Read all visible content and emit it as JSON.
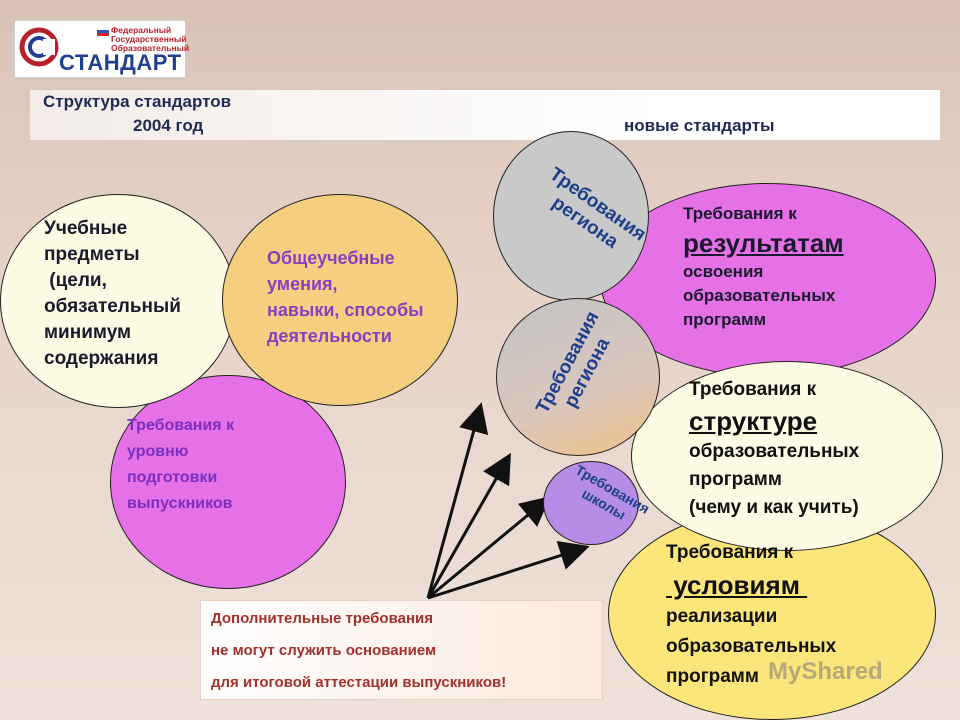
{
  "logo": {
    "line1": "Федеральный",
    "line2": "Государственный",
    "line3": "Образовательный",
    "word": "СТАНДАРТ"
  },
  "header": {
    "title": "Структура стандартов",
    "left_label": "2004 год",
    "right_label": "новые стандарты"
  },
  "left": {
    "subjects": [
      "Учебные",
      "предметы",
      " (цели,",
      "обязательный",
      "минимум",
      "содержания"
    ],
    "skills": [
      "Общеучебные",
      "умения,",
      "навыки, способы",
      "деятельности"
    ],
    "requirements": [
      "Требования к",
      "уровню",
      "подготовки",
      "выпускников"
    ]
  },
  "region1": [
    "Требования",
    "региона"
  ],
  "region2": [
    "Требования",
    "региона"
  ],
  "school": [
    "Требования",
    "школы"
  ],
  "results": {
    "pre": "Требования к",
    "key": "результатам",
    "post": [
      "освоения",
      "образовательных",
      "программ"
    ]
  },
  "structure": {
    "pre": "Требования к",
    "key": "структуре",
    "post": [
      "образовательных",
      "программ",
      "(чему и как учить)"
    ]
  },
  "conditions": {
    "pre": "Требования к",
    "key": " условиям ",
    "post": [
      "реализации",
      "образовательных",
      "программ"
    ]
  },
  "note": [
    "Дополнительные требования",
    "не могут служить основанием",
    "для итоговой аттестации выпускников!"
  ],
  "watermark": "MyShared",
  "colors": {
    "pale_yellow": "#fdfbe3",
    "peach": "#f5cf7f",
    "magenta": "#e670e6",
    "gray": "#c9c9c9",
    "lilac": "#b58de6",
    "yellow": "#fce57a",
    "text_blue": "#1e3f8c",
    "text_dark": "#1a1a2e",
    "text_purple": "#8a3fc2"
  }
}
